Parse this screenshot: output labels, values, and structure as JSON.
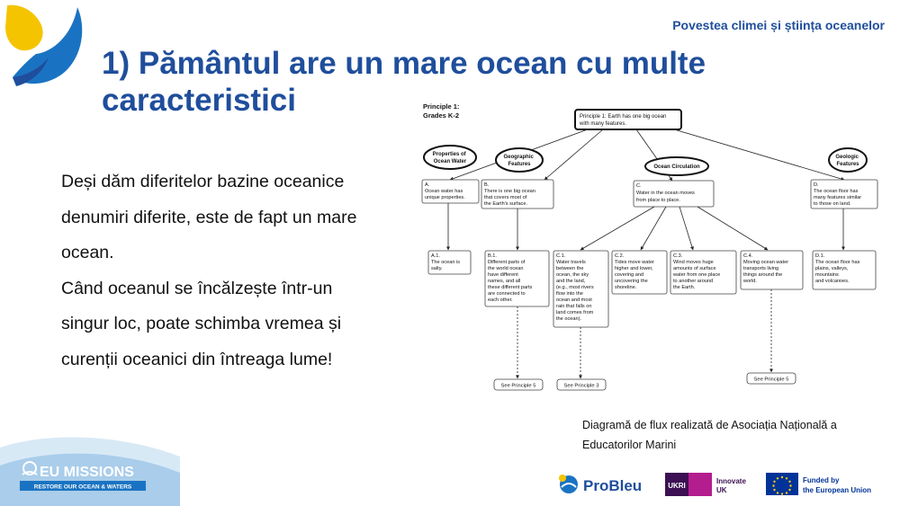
{
  "header": {
    "tagline": "Povestea climei și știința oceanelor"
  },
  "slide": {
    "title": "1) Pământul are un mare ocean cu multe caracteristici",
    "body": [
      "Deși dăm diferitelor bazine oceanice denumiri diferite, este de fapt un mare ocean.",
      "Când oceanul se încălzește într-un singur loc, poate schimba vremea și curenții oceanici din întreaga lume!"
    ],
    "caption": "Diagramă de flux realizată de Asociația Națională a Educatorilor Marini"
  },
  "diagram": {
    "heading": [
      "Principle 1:",
      "Grades K-2"
    ],
    "root": [
      "Principle 1: Earth has one big ocean",
      "with many features."
    ],
    "categories": {
      "properties": [
        "Properties of",
        "Ocean Water"
      ],
      "geographic": [
        "Geographic",
        "Features"
      ],
      "circulation": [
        "Ocean Circulation"
      ],
      "geologic": [
        "Geologic",
        "Features"
      ]
    },
    "boxes": {
      "A": [
        "A.",
        "Ocean water has",
        "unique properties."
      ],
      "B": [
        "B.",
        "There is one big ocean",
        "that covers most of",
        "the Earth's surface."
      ],
      "C": [
        "C.",
        "Water in the ocean moves",
        "from place to place."
      ],
      "D": [
        "D.",
        "The ocean floor has",
        "many features similar",
        "to those on land."
      ],
      "A1": [
        "A.1.",
        "The ocean is",
        "salty."
      ],
      "B1": [
        "B.1.",
        "Different parts of",
        "the world ocean",
        "have different",
        "names, and all",
        "these different parts",
        "are connected to",
        "each other."
      ],
      "C1": [
        "C.1.",
        "Water travels",
        "between the",
        "ocean, the sky",
        "and the land,",
        "(e.g., most rivers",
        "flow into the",
        "ocean and most",
        "rain that falls on",
        "land comes from",
        "the ocean)."
      ],
      "C2": [
        "C.2.",
        "Tides move water",
        "higher and lower,",
        "covering and",
        "uncovering the",
        "shoreline."
      ],
      "C3": [
        "C.3.",
        "Wind moves huge",
        "amounts of surface",
        "water from one place",
        "to another around",
        "the Earth."
      ],
      "C4": [
        "C.4.",
        "Moving ocean water",
        "transports living",
        "things around the",
        "world."
      ],
      "D1": [
        "D.1.",
        "The ocean floor has",
        "plains, valleys,",
        "mountains",
        "and volcanoes."
      ]
    },
    "see": {
      "b1": "See Principle 5",
      "c1": "See Principle 3",
      "c4": "See Principle 5"
    }
  },
  "logos": {
    "eu_missions": {
      "title": "EU MISSIONS",
      "subtitle": "RESTORE OUR OCEAN & WATERS"
    },
    "probleu": "ProBleu",
    "ukri": "UKRI",
    "innovate": [
      "Innovate",
      "UK"
    ],
    "eu_funded": [
      "Funded by",
      "the European Union"
    ]
  },
  "colors": {
    "brand_blue": "#1f4e9c",
    "logo_yellow": "#f5c400",
    "logo_blue": "#1a73c2",
    "ukri_purple": "#7b2d8e",
    "eu_blue": "#003399"
  }
}
